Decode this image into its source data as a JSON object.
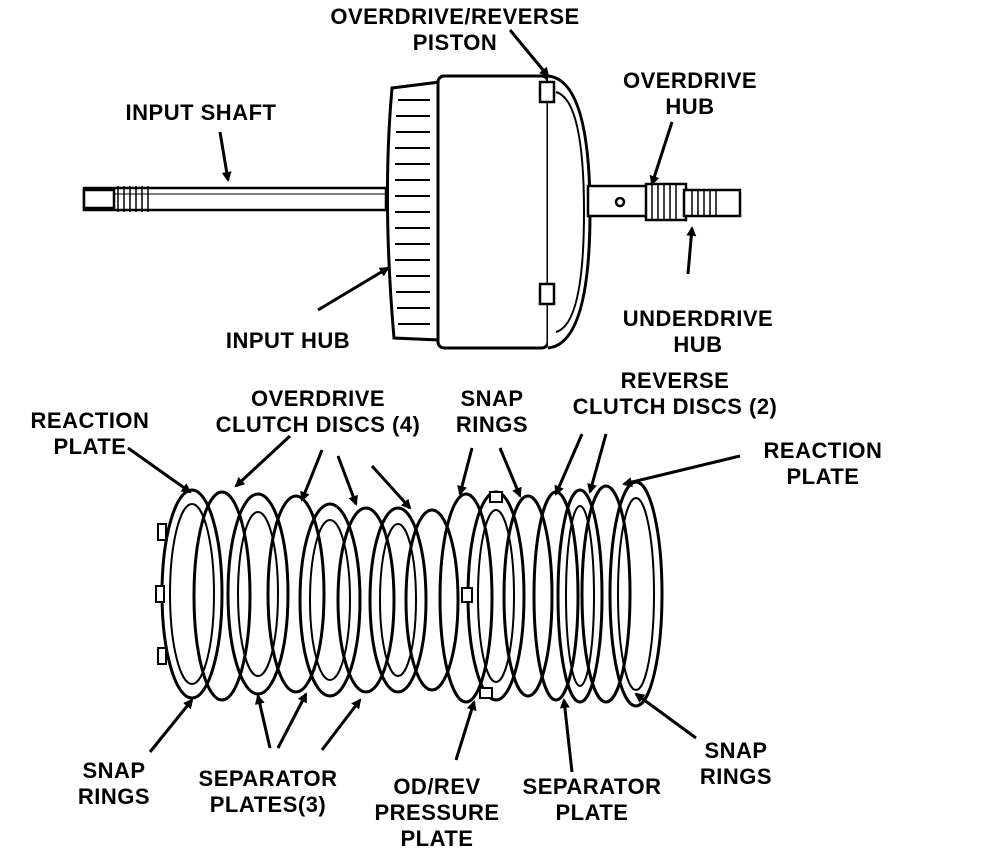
{
  "labels": {
    "overdrive_reverse_piston": [
      "OVERDRIVE/REVERSE",
      "PISTON"
    ],
    "input_shaft": [
      "INPUT SHAFT"
    ],
    "overdrive_hub": [
      "OVERDRIVE",
      "HUB"
    ],
    "input_hub": [
      "INPUT HUB"
    ],
    "underdrive_hub": [
      "UNDERDRIVE",
      "HUB"
    ],
    "reaction_plate_left": [
      "REACTION",
      "PLATE"
    ],
    "overdrive_clutch_discs": [
      "OVERDRIVE",
      "CLUTCH DISCS (4)"
    ],
    "snap_rings_top": [
      "SNAP",
      "RINGS"
    ],
    "reverse_clutch_discs": [
      "REVERSE",
      "CLUTCH DISCS (2)"
    ],
    "reaction_plate_right": [
      "REACTION",
      "PLATE"
    ],
    "snap_rings_left": [
      "SNAP",
      "RINGS"
    ],
    "separator_plates": [
      "SEPARATOR",
      "PLATES(3)"
    ],
    "od_rev_pressure_plate": [
      "OD/REV",
      "PRESSURE",
      "PLATE"
    ],
    "separator_plate": [
      "SEPARATOR",
      "PLATE"
    ],
    "snap_rings_right": [
      "SNAP",
      "RINGS"
    ]
  },
  "colors": {
    "ink": "#000000",
    "paper": "#ffffff"
  }
}
